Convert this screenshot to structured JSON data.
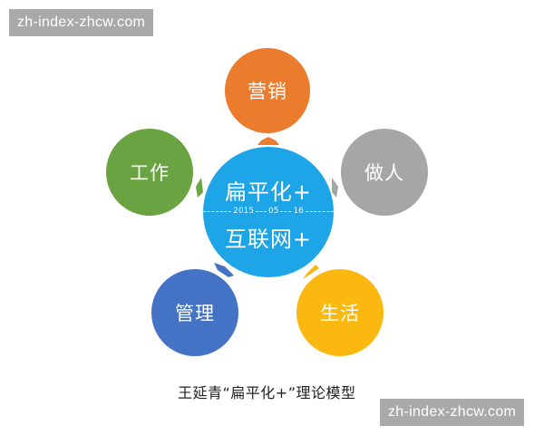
{
  "watermark": {
    "text": "zh-index-zhcw.com"
  },
  "center": {
    "line1": "扁平化+",
    "date_parts": [
      "2015",
      "05",
      "16"
    ],
    "line2": "互联网+",
    "color": "#1ea5e8"
  },
  "nodes": [
    {
      "label": "营销",
      "color": "#eb7b2d"
    },
    {
      "label": "工作",
      "color": "#6aa341"
    },
    {
      "label": "做人",
      "color": "#a6a6a6"
    },
    {
      "label": "管理",
      "color": "#4472c4"
    },
    {
      "label": "生活",
      "color": "#fbb811"
    }
  ],
  "caption": "王延青“扁平化+”理论模型"
}
